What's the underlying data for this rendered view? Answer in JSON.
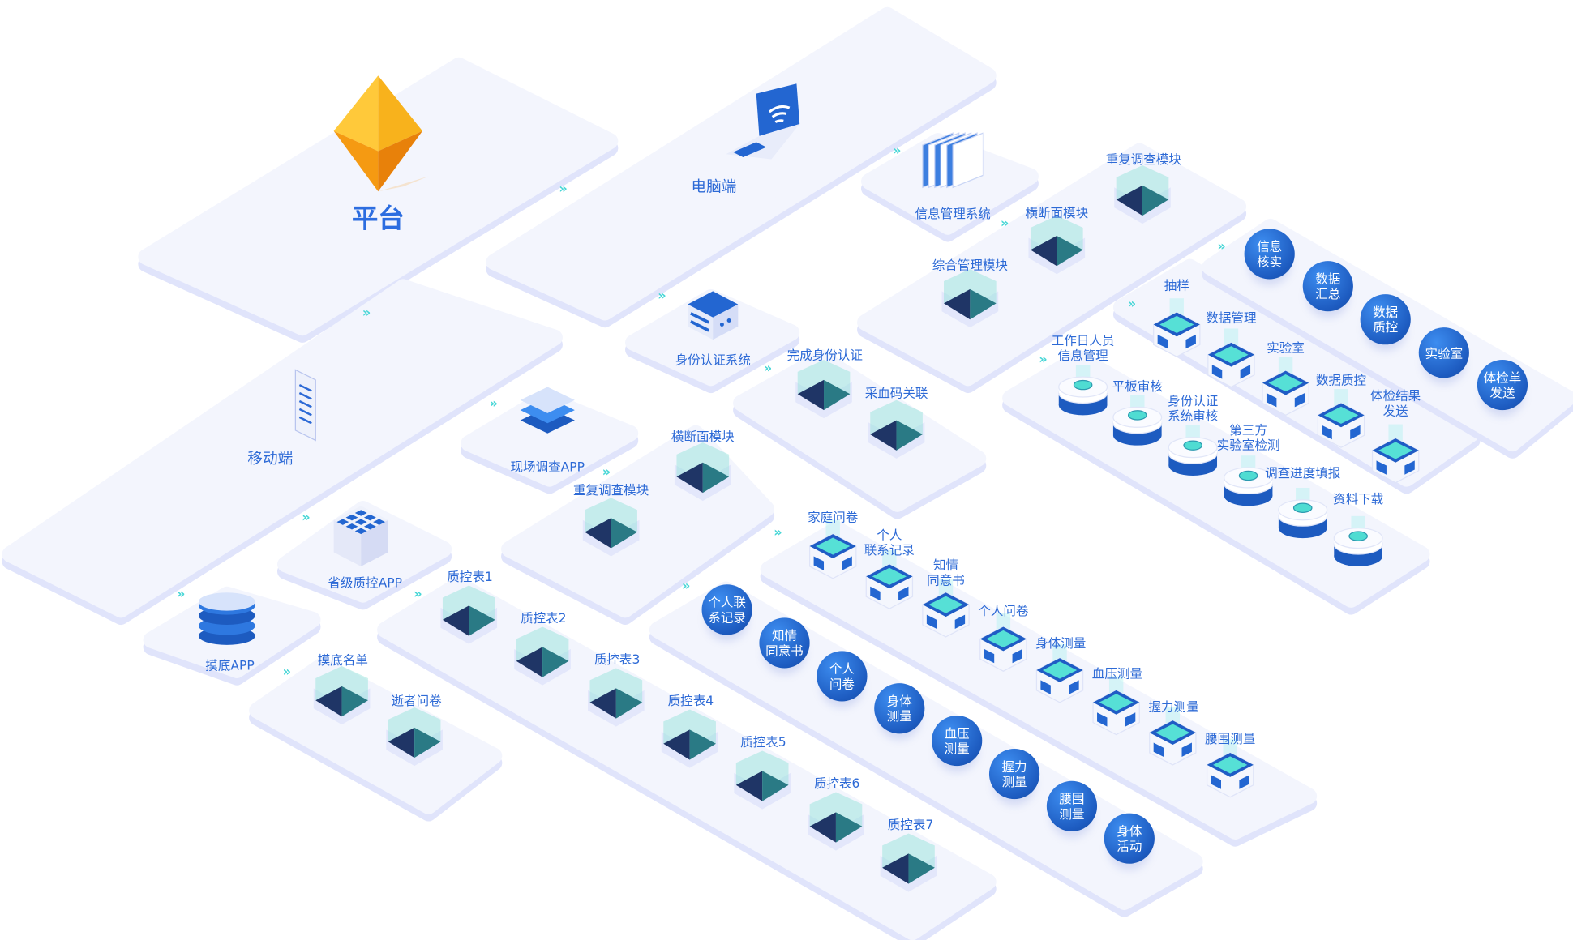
{
  "platform": {
    "label": "平台",
    "icon": "diamond-logo-icon"
  },
  "clients": {
    "pc": "电脑端",
    "mobile": "移动端"
  },
  "systems": [
    {
      "label": "信息管理系统",
      "icon": "server-stack-icon"
    },
    {
      "label": "身份认证系统",
      "icon": "server-icon"
    },
    {
      "label": "现场调查APP",
      "icon": "layers-icon"
    },
    {
      "label": "省级质控APP",
      "icon": "grid-cube-icon"
    },
    {
      "label": "摸底APP",
      "icon": "database-icon"
    }
  ],
  "cubes": [
    {
      "label": "重复调查模块"
    },
    {
      "label": "横断面模块"
    },
    {
      "label": "综合管理模块"
    },
    {
      "label": "完成身份认证"
    },
    {
      "label": "采血码关联"
    },
    {
      "label": "横断面模块"
    },
    {
      "label": "重复调查模块"
    },
    {
      "label": "质控表1"
    },
    {
      "label": "质控表2"
    },
    {
      "label": "质控表3"
    },
    {
      "label": "质控表4"
    },
    {
      "label": "质控表5"
    },
    {
      "label": "质控表6"
    },
    {
      "label": "质控表7"
    },
    {
      "label": "摸底名单"
    },
    {
      "label": "逝者问卷"
    }
  ],
  "devices": [
    {
      "label": "家庭问卷"
    },
    {
      "label": "个人\n联系记录"
    },
    {
      "label": "知情\n同意书"
    },
    {
      "label": "个人问卷"
    },
    {
      "label": "身体测量"
    },
    {
      "label": "血压测量"
    },
    {
      "label": "握力测量"
    },
    {
      "label": "腰围测量"
    },
    {
      "label": "抽样"
    },
    {
      "label": "数据管理"
    },
    {
      "label": "实验室"
    },
    {
      "label": "数据质控"
    },
    {
      "label": "体检结果\n发送"
    }
  ],
  "cylinders": [
    {
      "label": "工作日人员\n信息管理"
    },
    {
      "label": "平板审核"
    },
    {
      "label": "身份认证\n系统审核"
    },
    {
      "label": "第三方\n实验室检测"
    },
    {
      "label": "调查进度填报"
    },
    {
      "label": "资料下载"
    }
  ],
  "circles": [
    {
      "label": "个人联\n系记录"
    },
    {
      "label": "知情\n同意书"
    },
    {
      "label": "个人\n问卷"
    },
    {
      "label": "身体\n测量"
    },
    {
      "label": "血压\n测量"
    },
    {
      "label": "握力\n测量"
    },
    {
      "label": "腰围\n测量"
    },
    {
      "label": "身体\n活动"
    },
    {
      "label": "信息\n核实"
    },
    {
      "label": "数据\n汇总"
    },
    {
      "label": "数据\n质控"
    },
    {
      "label": "实验室"
    },
    {
      "label": "体检单\n发送"
    }
  ],
  "colors": {
    "label": "#2d6ad6",
    "panel": "#f3f5fd",
    "panel_edge": "#e0e4fb",
    "accent": "#47d6d6",
    "circle": "#1d5bc0",
    "logo": "#f5a623"
  }
}
